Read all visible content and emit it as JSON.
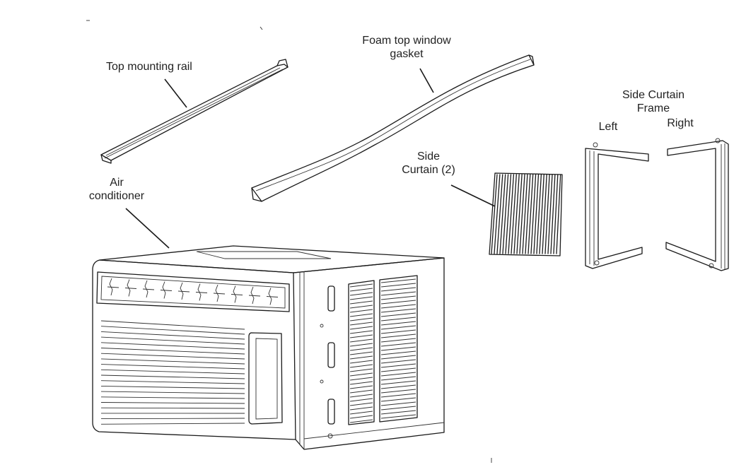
{
  "labels": {
    "top_mounting_rail": "Top mounting rail",
    "foam_gasket_line1": "Foam top window",
    "foam_gasket_line2": "gasket",
    "side_curtain_line1": "Side",
    "side_curtain_line2": "Curtain (2)",
    "frame_title_line1": "Side Curtain",
    "frame_title_line2": "Frame",
    "frame_left": "Left",
    "frame_right": "Right",
    "air_conditioner_line1": "Air",
    "air_conditioner_line2": "conditioner"
  },
  "colors": {
    "line": "#1a1a1a",
    "background": "#ffffff"
  }
}
